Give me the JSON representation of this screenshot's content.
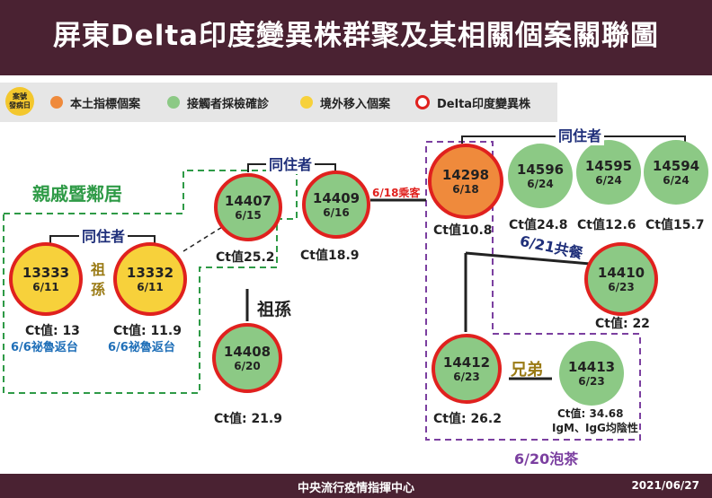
{
  "title": "屏東Delta印度變異株群聚及其相關個案關聯圖",
  "legend": {
    "badge": "案號\n發病日",
    "items": [
      {
        "label": "本土指標個案",
        "color": "#ef8a3c"
      },
      {
        "label": "接觸者採檢確診",
        "color": "#8cc985"
      },
      {
        "label": "境外移入個案",
        "color": "#f7d13b"
      },
      {
        "label": "Delta印度變異株",
        "color": "#e0211e"
      }
    ]
  },
  "nodes": {
    "n13333": {
      "id": "13333",
      "date": "6/11",
      "ct": "Ct值: 13",
      "note": "6/6祕魯返台"
    },
    "n13332": {
      "id": "13332",
      "date": "6/11",
      "ct": "Ct值: 11.9",
      "note": "6/6祕魯返台"
    },
    "n14407": {
      "id": "14407",
      "date": "6/15",
      "ct": "Ct值25.2"
    },
    "n14409": {
      "id": "14409",
      "date": "6/16",
      "ct": "Ct值18.9"
    },
    "n14408": {
      "id": "14408",
      "date": "6/20",
      "ct": "Ct值: 21.9"
    },
    "n14298": {
      "id": "14298",
      "date": "6/18",
      "ct": "Ct值10.8"
    },
    "n14596": {
      "id": "14596",
      "date": "6/24",
      "ct": "Ct值24.8"
    },
    "n14595": {
      "id": "14595",
      "date": "6/24",
      "ct": "Ct值12.6"
    },
    "n14594": {
      "id": "14594",
      "date": "6/24",
      "ct": "Ct值15.7"
    },
    "n14410": {
      "id": "14410",
      "date": "6/23",
      "ct": "Ct值: 22"
    },
    "n14412": {
      "id": "14412",
      "date": "6/23",
      "ct": "Ct值: 26.2"
    },
    "n14413": {
      "id": "14413",
      "date": "6/23",
      "ct": "Ct值: 34.68",
      "note": "IgM、IgG均陰性"
    }
  },
  "labels": {
    "relatives": "親戚暨鄰居",
    "cohabit": "同住者",
    "grandparent_v": "祖孫",
    "grandparent_h": "祖孫",
    "passenger": "6/18乘客",
    "shared_meal": "6/21共餐",
    "siblings": "兄弟",
    "tea": "6/20泡茶"
  },
  "footer": {
    "center": "中央流行疫情指揮中心",
    "date": "2021/06/27"
  }
}
